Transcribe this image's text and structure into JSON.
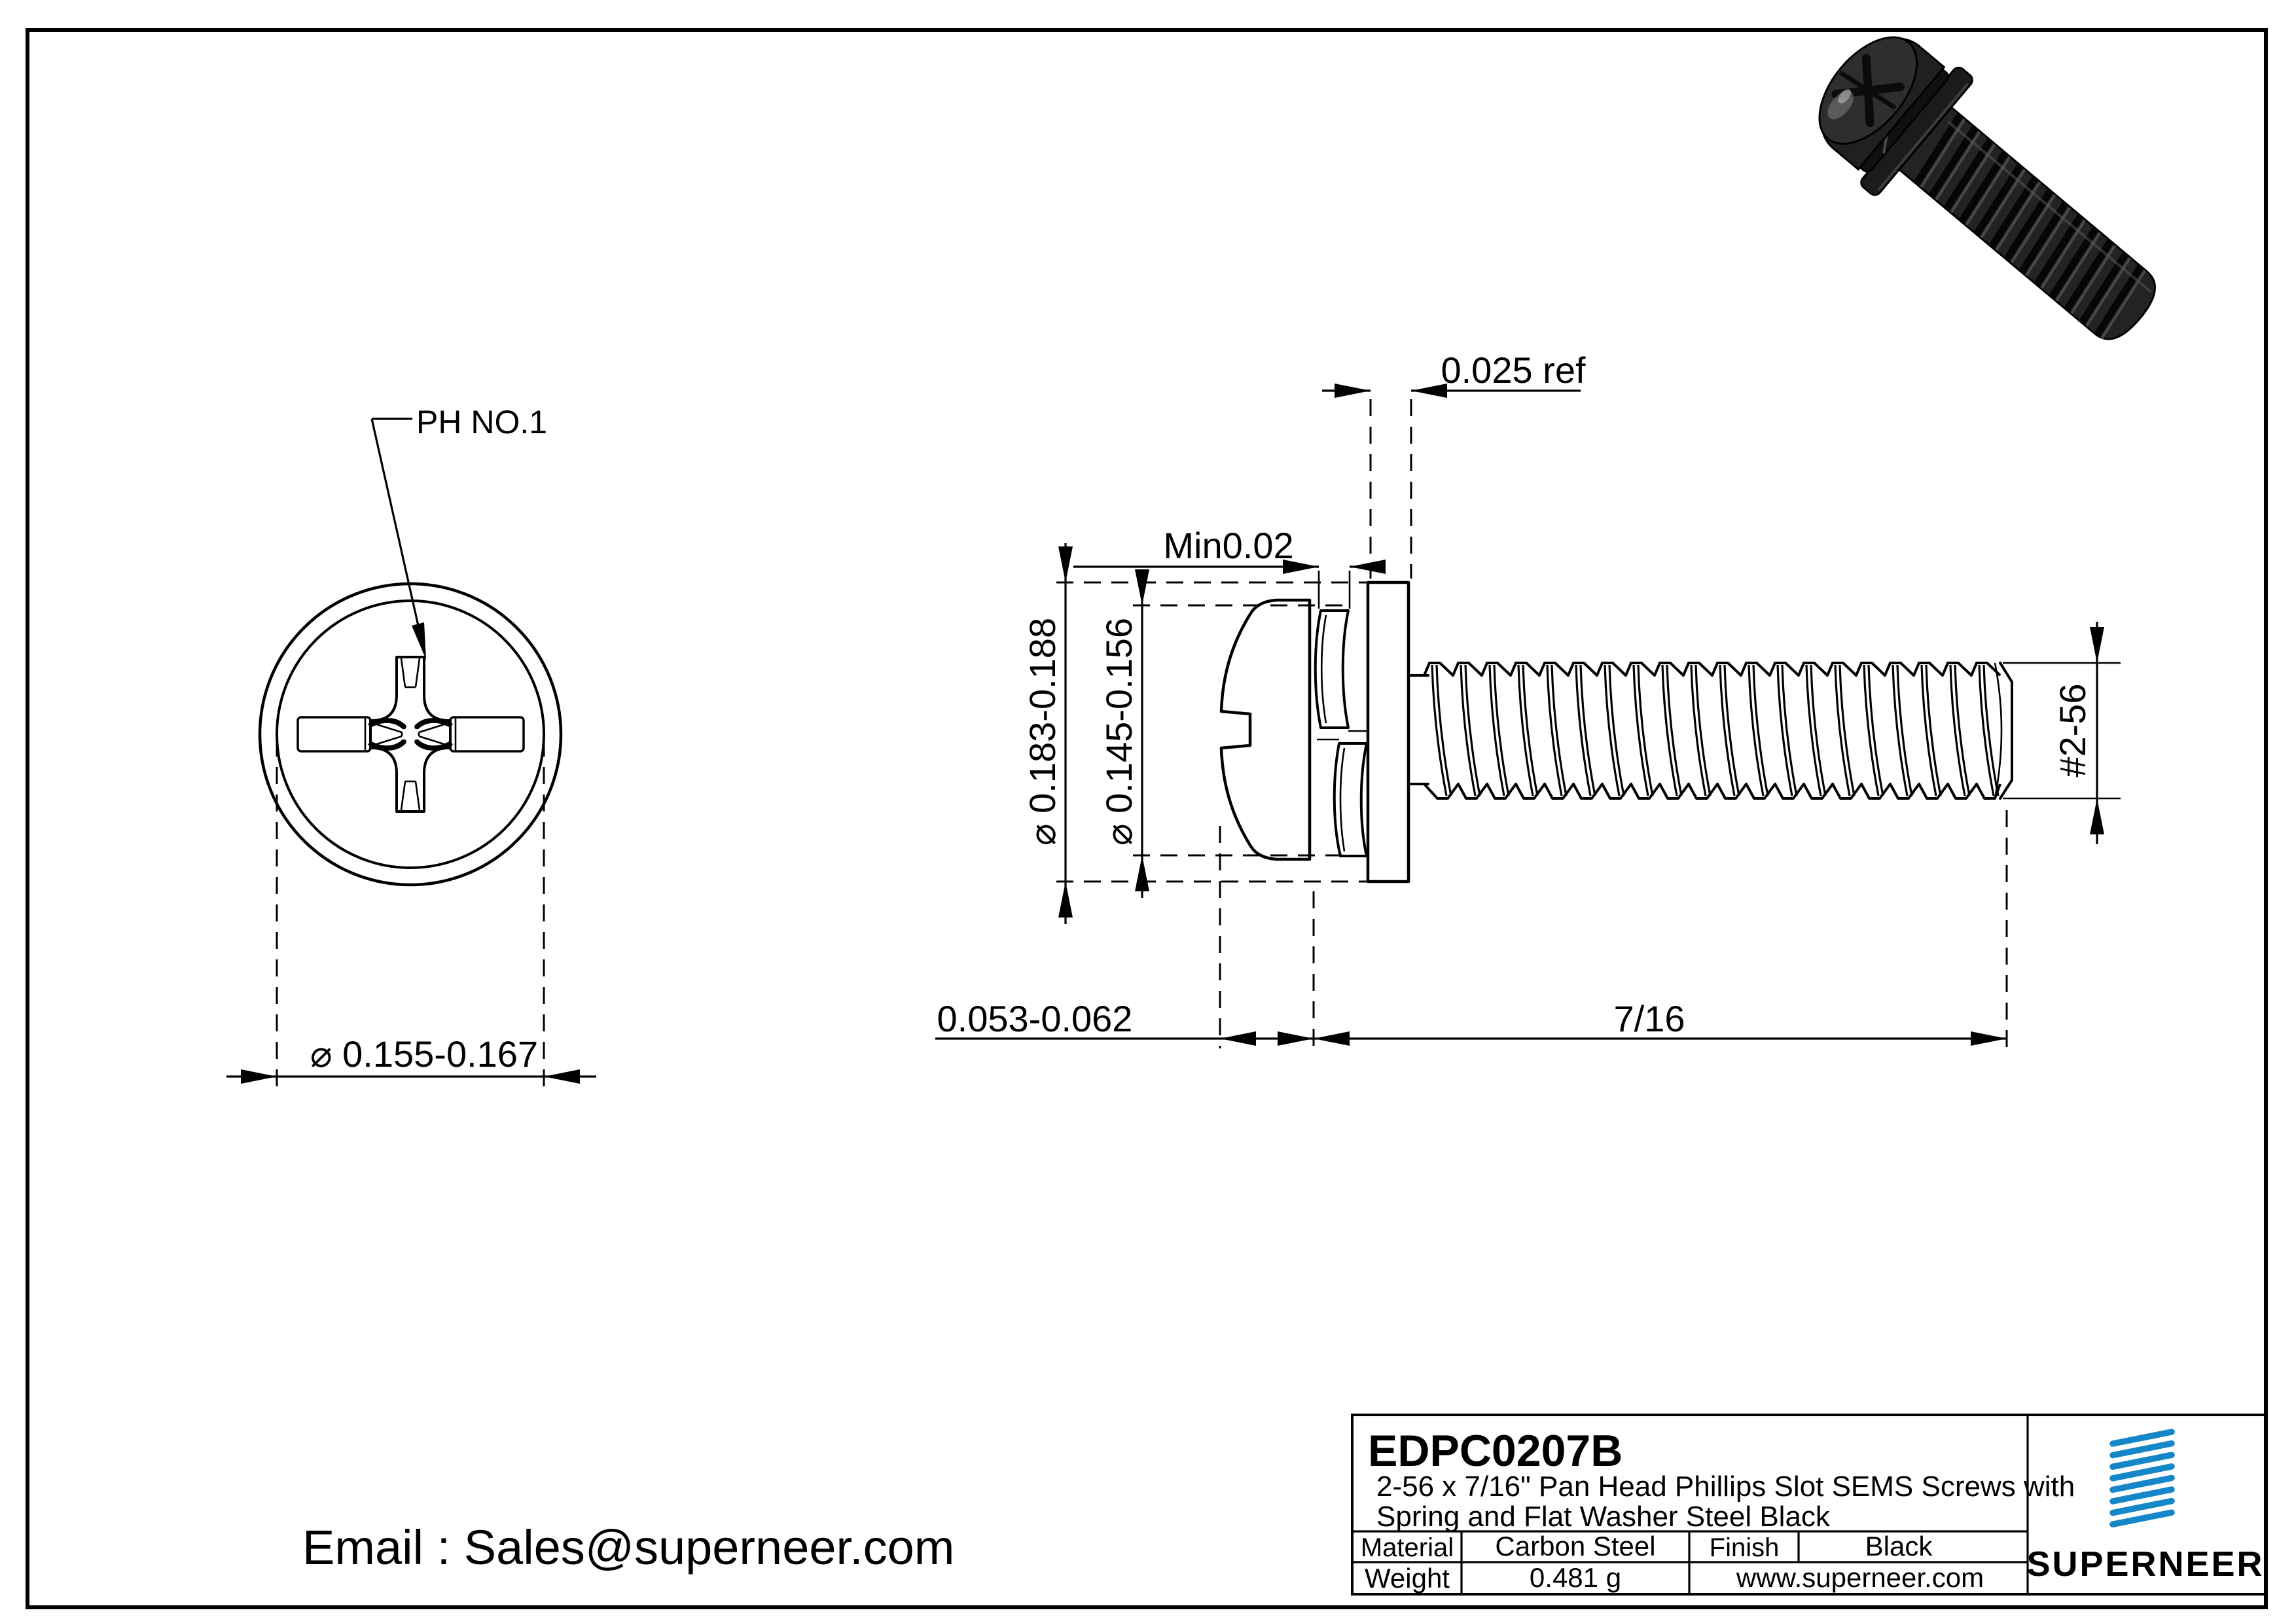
{
  "colors": {
    "ink": "#000000",
    "paper": "#ffffff",
    "brand_blue": "#1586C8"
  },
  "left_view": {
    "callout": "PH NO.1",
    "head_diameter": "⌀ 0.155-0.167"
  },
  "side_view": {
    "washer_thickness_ref": "0.025 ref",
    "spring_washer_min": "Min0.02",
    "flat_washer_od": "⌀ 0.183-0.188",
    "head_od": "⌀ 0.145-0.156",
    "head_height": "0.053-0.062",
    "screw_length": "7/16",
    "thread_spec": "#2-56"
  },
  "footer": {
    "email": "Email : Sales@superneer.com"
  },
  "title_block": {
    "part_number": "EDPC0207B",
    "description_line1": "2-56 x 7/16\" Pan Head Phillips Slot SEMS Screws with",
    "description_line2": "Spring and Flat Washer Steel Black",
    "material_label": "Material",
    "material_value": "Carbon Steel",
    "finish_label": "Finish",
    "finish_value": "Black",
    "weight_label": "Weight",
    "weight_value": "0.481 g",
    "website": "www.superneer.com",
    "brand": "SUPERNEER"
  }
}
